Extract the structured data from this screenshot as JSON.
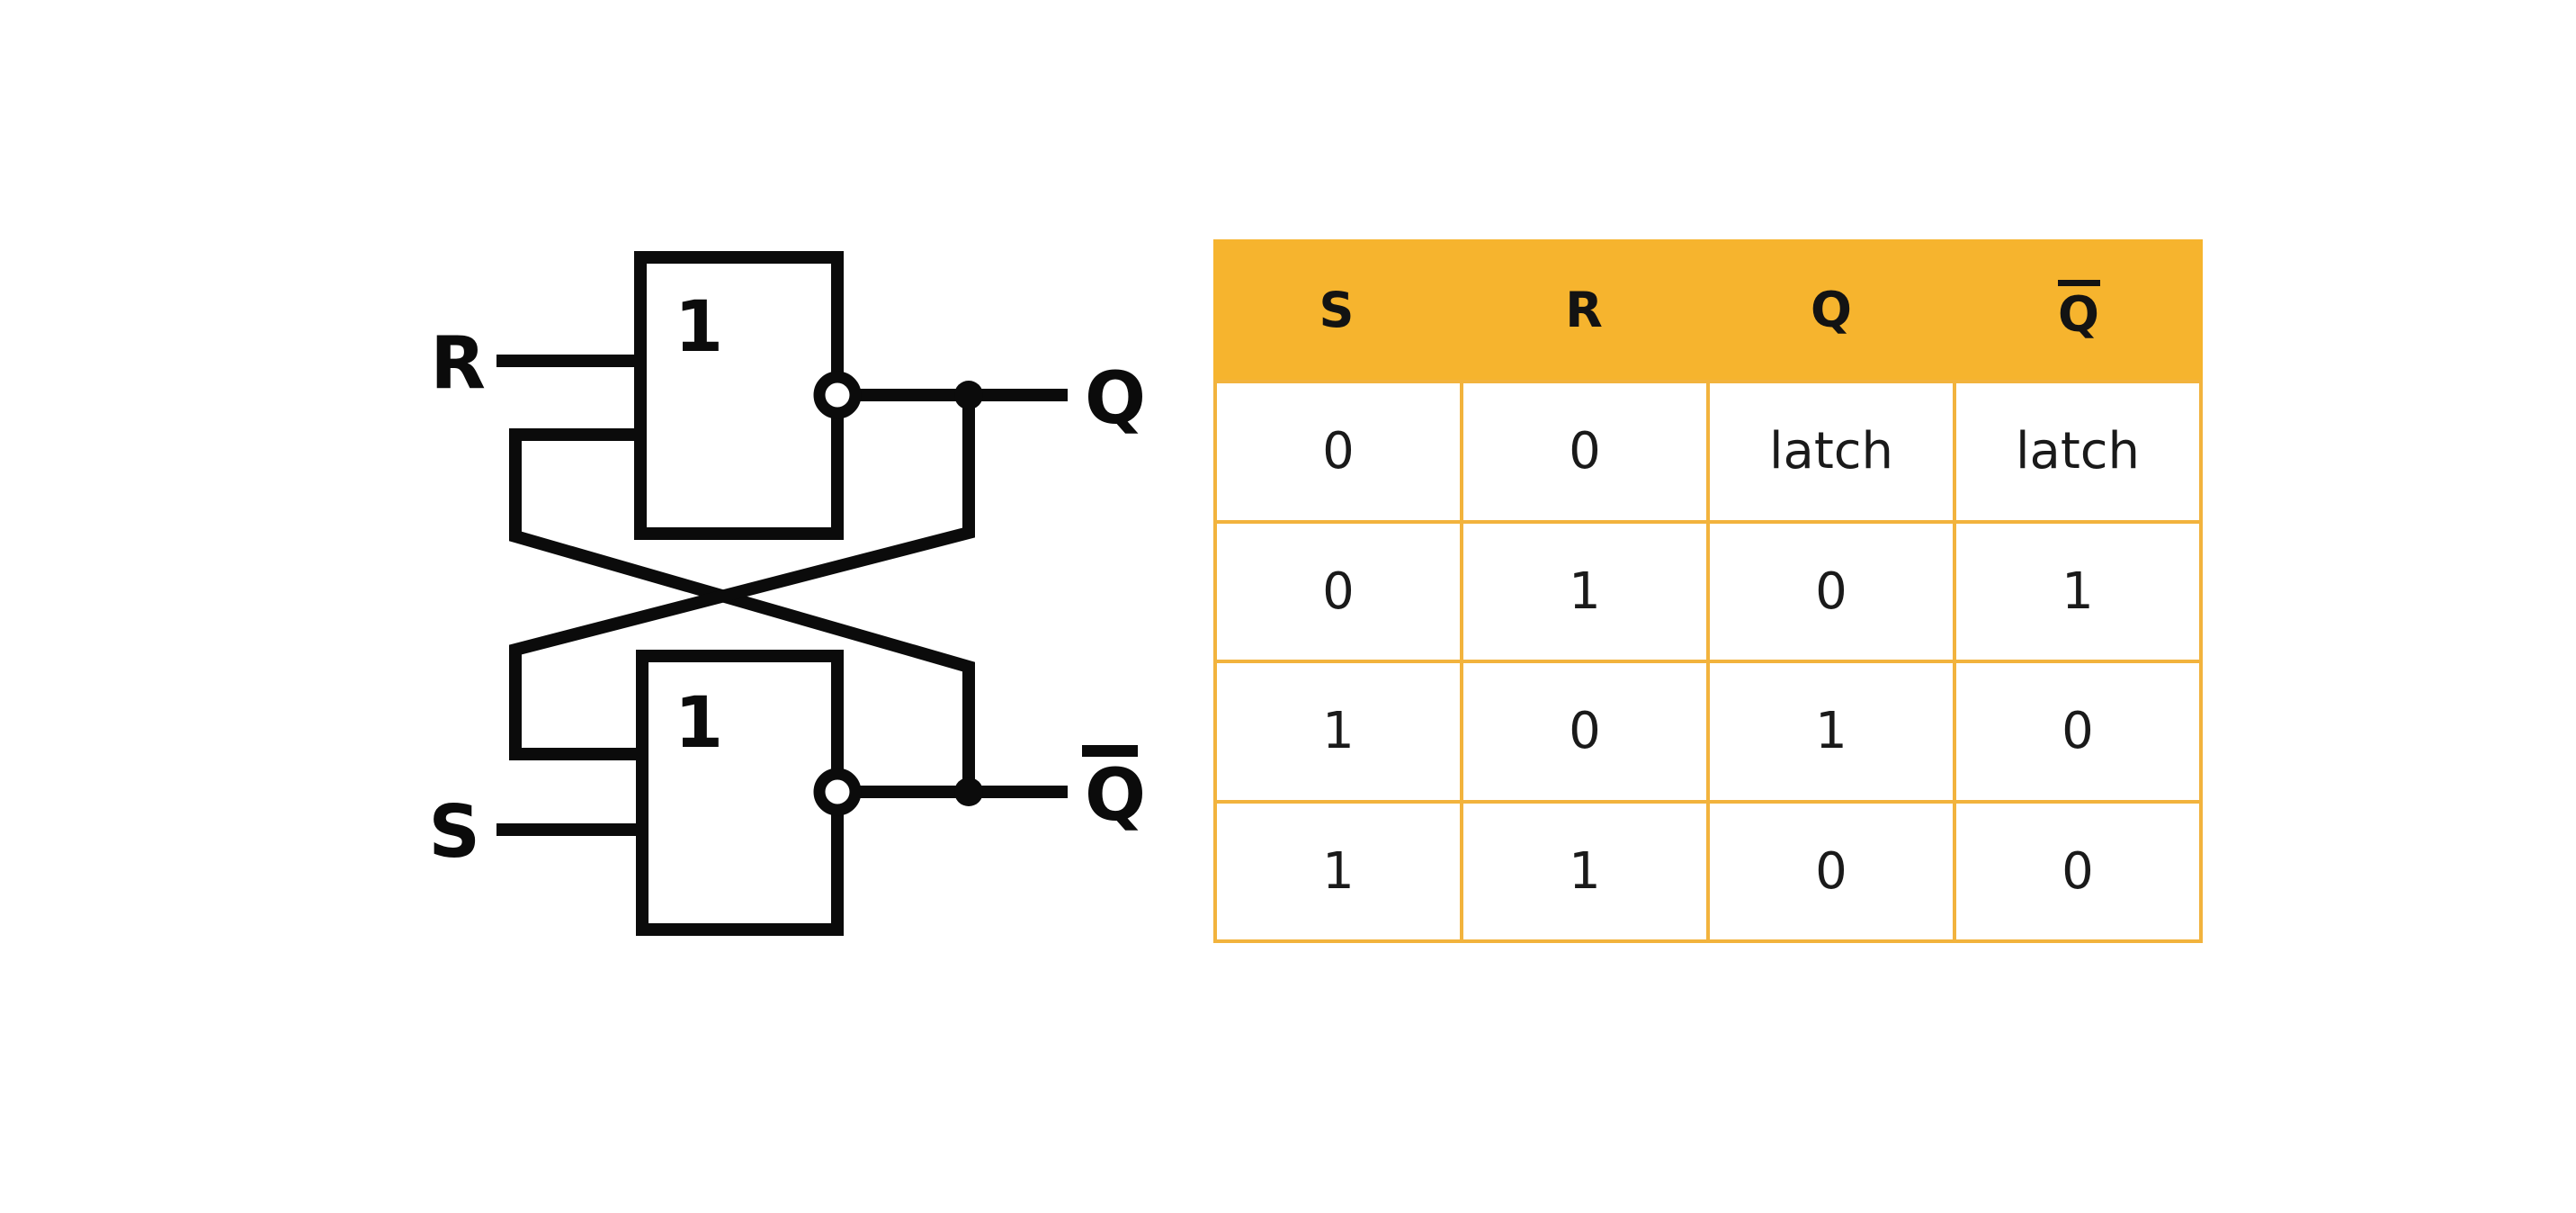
{
  "diagram": {
    "gate_top_label": "1",
    "gate_bottom_label": "1",
    "input_r_label": "R",
    "input_s_label": "S",
    "output_q_label": "Q",
    "output_qbar_label": "Q",
    "qbar_has_overbar": true
  },
  "table": {
    "headers": [
      "S",
      "R",
      "Q",
      "Q"
    ],
    "header_overline_column": 3,
    "rows": [
      [
        "0",
        "0",
        "latch",
        "latch"
      ],
      [
        "0",
        "1",
        "0",
        "1"
      ],
      [
        "1",
        "0",
        "1",
        "0"
      ],
      [
        "1",
        "1",
        "0",
        "0"
      ]
    ]
  },
  "colors": {
    "header_background": "#F6B42E",
    "table_border": "#F2B33D",
    "circuit_ink": "#0B0B0B",
    "text": "#1A1A1A",
    "background": "#FFFFFF"
  }
}
